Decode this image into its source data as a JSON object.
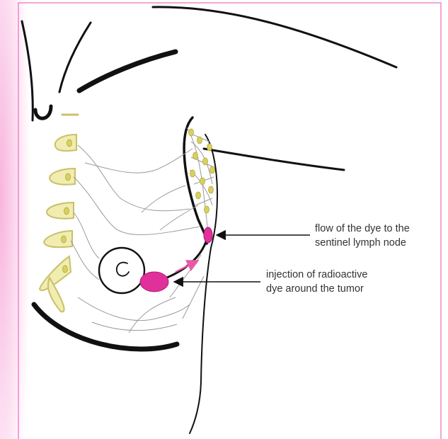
{
  "labels": {
    "flow": {
      "line1": "flow of the dye to the",
      "line2": "sentinel lymph node"
    },
    "injection": {
      "line1": "injection of radioactive",
      "line2": "dye around the tumor"
    }
  },
  "colors": {
    "frame": "#f07dc8",
    "sidebar_glow": "#f7a6d8",
    "outline": "#111111",
    "lymph_vessel": "#9a9a9a",
    "lymph_node": "#d8d060",
    "rib_fill": "#f1ecb0",
    "rib_stroke": "#c9c06a",
    "dye": "#e0309a",
    "flow_arrow": "#e85aa8",
    "pointer_arrow": "#111111",
    "text": "#333333"
  },
  "icons": {
    "injection_site": "dye-blob",
    "sentinel_node": "dye-node",
    "tumor": "tumor-circle"
  }
}
